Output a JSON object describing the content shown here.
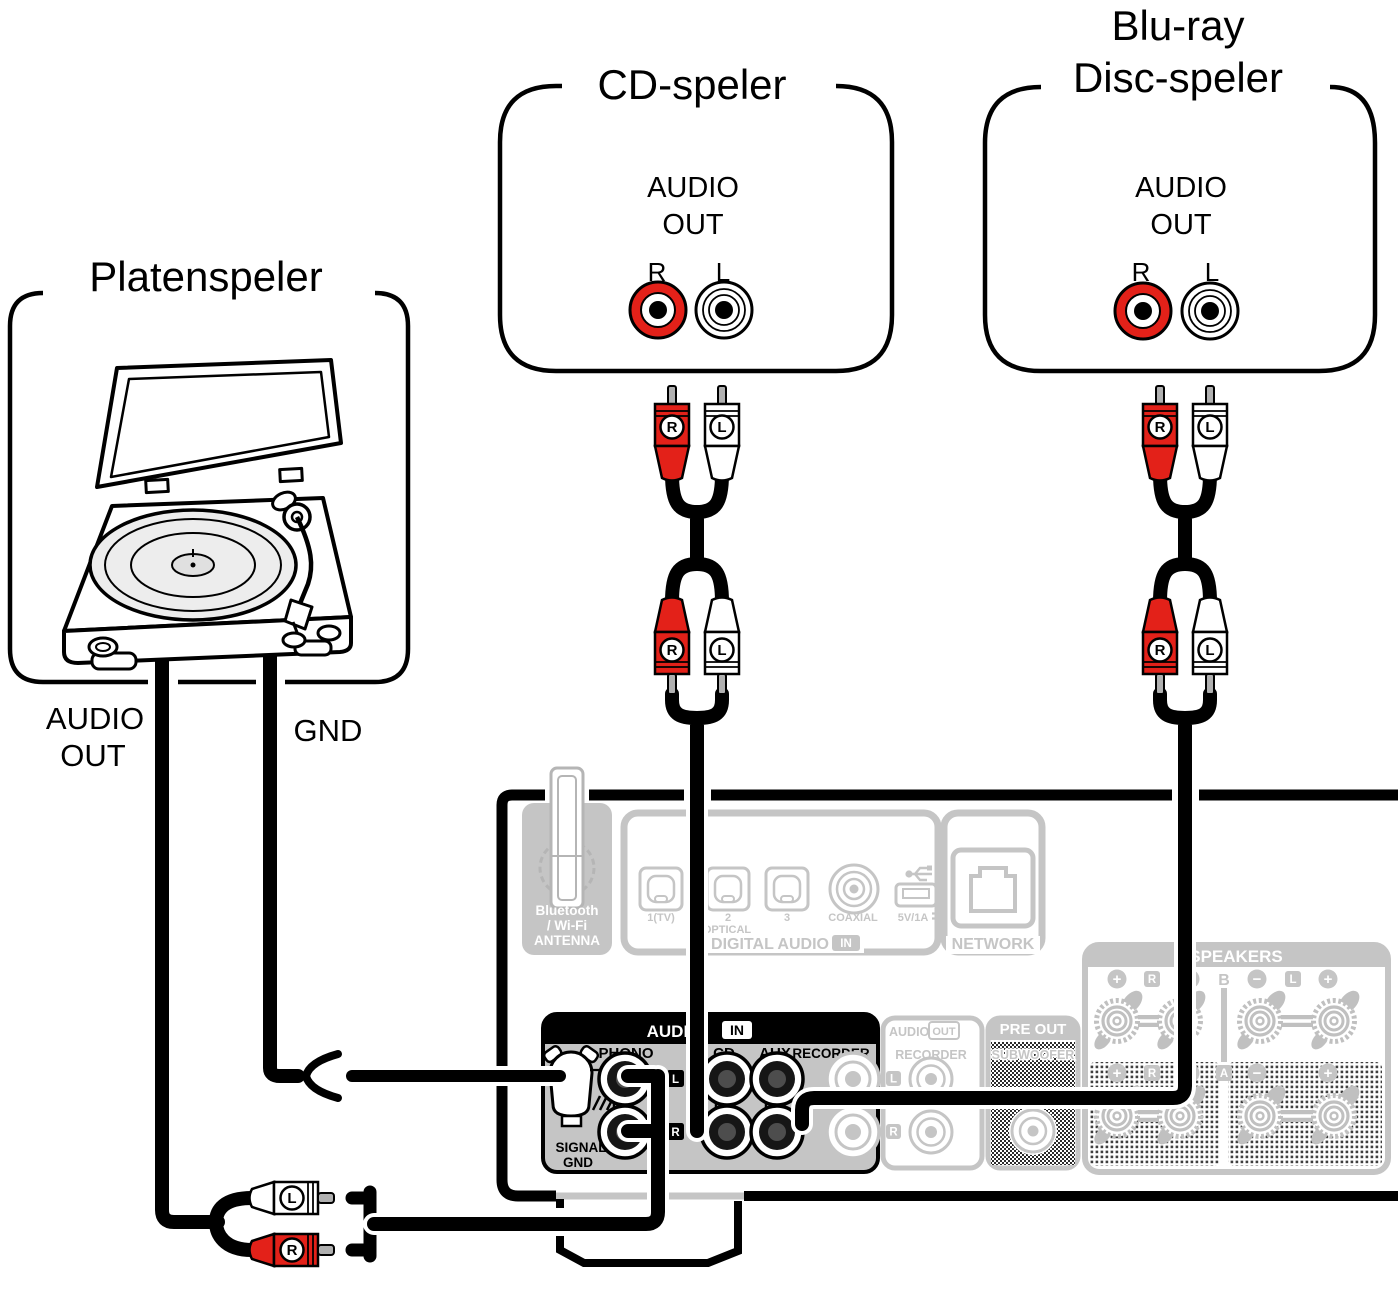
{
  "diagram": {
    "turntable": {
      "title": "Platenspeler",
      "audio_label": "AUDIO",
      "out_label": "OUT",
      "gnd_label": "GND"
    },
    "cd_player": {
      "title": "CD-speler",
      "audio_label": "AUDIO",
      "out_label": "OUT",
      "r_label": "R",
      "l_label": "L"
    },
    "bluray_player": {
      "title_line1": "Blu-ray",
      "title_line2": "Disc-speler",
      "audio_label": "AUDIO",
      "out_label": "OUT",
      "r_label": "R",
      "l_label": "L"
    },
    "plug": {
      "r": "R",
      "l": "L"
    },
    "receiver": {
      "antenna": {
        "line1": "Bluetooth",
        "line2": "/ Wi-Fi",
        "line3": "ANTENNA"
      },
      "digital_audio": {
        "title": "DIGITAL AUDIO",
        "badge": "IN",
        "optical1": "1(TV)",
        "optical2": "2",
        "optical2_sub": "OPTICAL",
        "optical3": "3",
        "coaxial": "COAXIAL",
        "usb": "5V/1A"
      },
      "network": {
        "title": "NETWORK"
      },
      "audio_in": {
        "title": "AUDIO",
        "badge": "IN",
        "phono": "PHONO",
        "cd": "CD",
        "aux": "AUX",
        "recorder": "RECORDER",
        "l": "L",
        "r": "R",
        "signal_gnd_line1": "SIGNAL",
        "signal_gnd_line2": "GND"
      },
      "audio_out": {
        "title": "AUDIO",
        "badge": "OUT",
        "recorder": "RECORDER",
        "l": "L",
        "r": "R"
      },
      "pre_out": {
        "title": "PRE OUT",
        "subwoofer": "SUBWOOFER"
      },
      "speakers": {
        "title": "SPEAKERS",
        "plus": "+",
        "minus": "−",
        "r": "R",
        "l": "L",
        "b": "B",
        "a": "A"
      }
    }
  },
  "colors": {
    "rca_red": "#e32119",
    "panel_gray": "#c5c5c5",
    "line_black": "#000000"
  }
}
